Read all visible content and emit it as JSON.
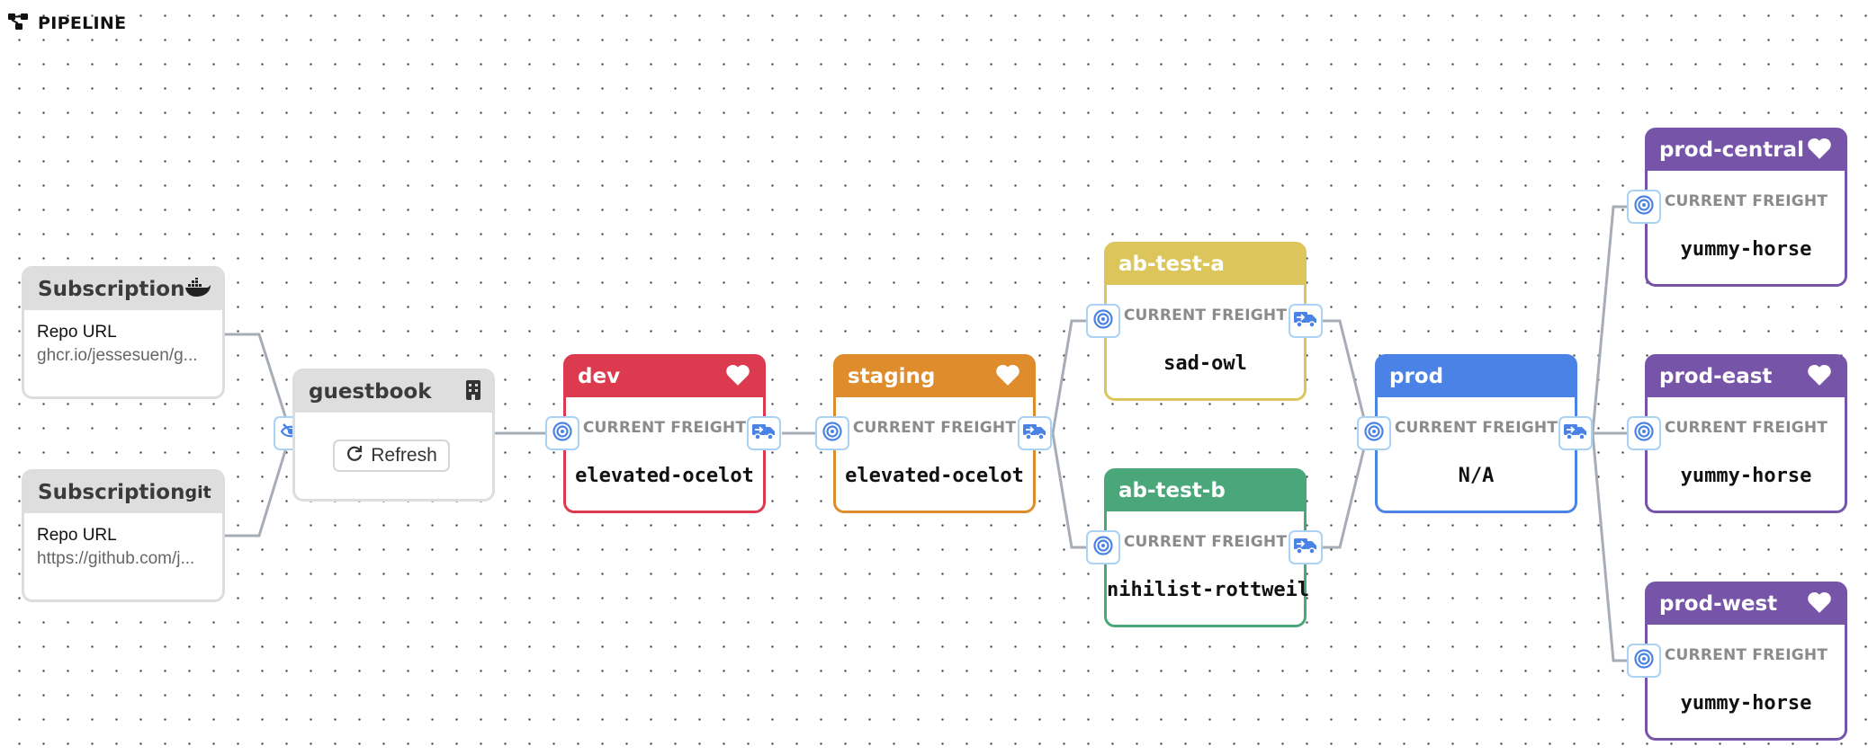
{
  "header": {
    "title": "PIPELINE",
    "icon": "pipeline-icon"
  },
  "subscriptions": [
    {
      "title": "Subscription",
      "type_icon": "docker-icon",
      "repo_label": "Repo URL",
      "repo_value": "ghcr.io/jessesuen/g..."
    },
    {
      "title": "Subscription",
      "type_label": "git",
      "repo_label": "Repo URL",
      "repo_value": "https://github.com/j..."
    }
  ],
  "warehouse": {
    "name": "guestbook",
    "icon": "building-icon",
    "refresh_label": "Refresh"
  },
  "common": {
    "current_freight_label": "CURRENT FREIGHT"
  },
  "stages": [
    {
      "name": "dev",
      "color": "#dc3a4e",
      "healthy": true,
      "freight": "elevated-ocelot"
    },
    {
      "name": "staging",
      "color": "#de8c2c",
      "healthy": true,
      "freight": "elevated-ocelot"
    },
    {
      "name": "ab-test-a",
      "color": "#dcc65c",
      "healthy": false,
      "freight": "sad-owl"
    },
    {
      "name": "ab-test-b",
      "color": "#4aa77a",
      "healthy": false,
      "freight": "nihilist-rottweil"
    },
    {
      "name": "prod",
      "color": "#4a82e6",
      "healthy": false,
      "freight": "N/A"
    },
    {
      "name": "prod-central",
      "color": "#7655a8",
      "healthy": true,
      "freight": "yummy-horse"
    },
    {
      "name": "prod-east",
      "color": "#7655a8",
      "healthy": true,
      "freight": "yummy-horse"
    },
    {
      "name": "prod-west",
      "color": "#7655a8",
      "healthy": true,
      "freight": "yummy-horse"
    }
  ],
  "colors": {
    "edge": "#a7adb6",
    "port_border": "#a9d2f4",
    "icon_blue": "#4a82e6",
    "neutral_header": "#dedede"
  }
}
